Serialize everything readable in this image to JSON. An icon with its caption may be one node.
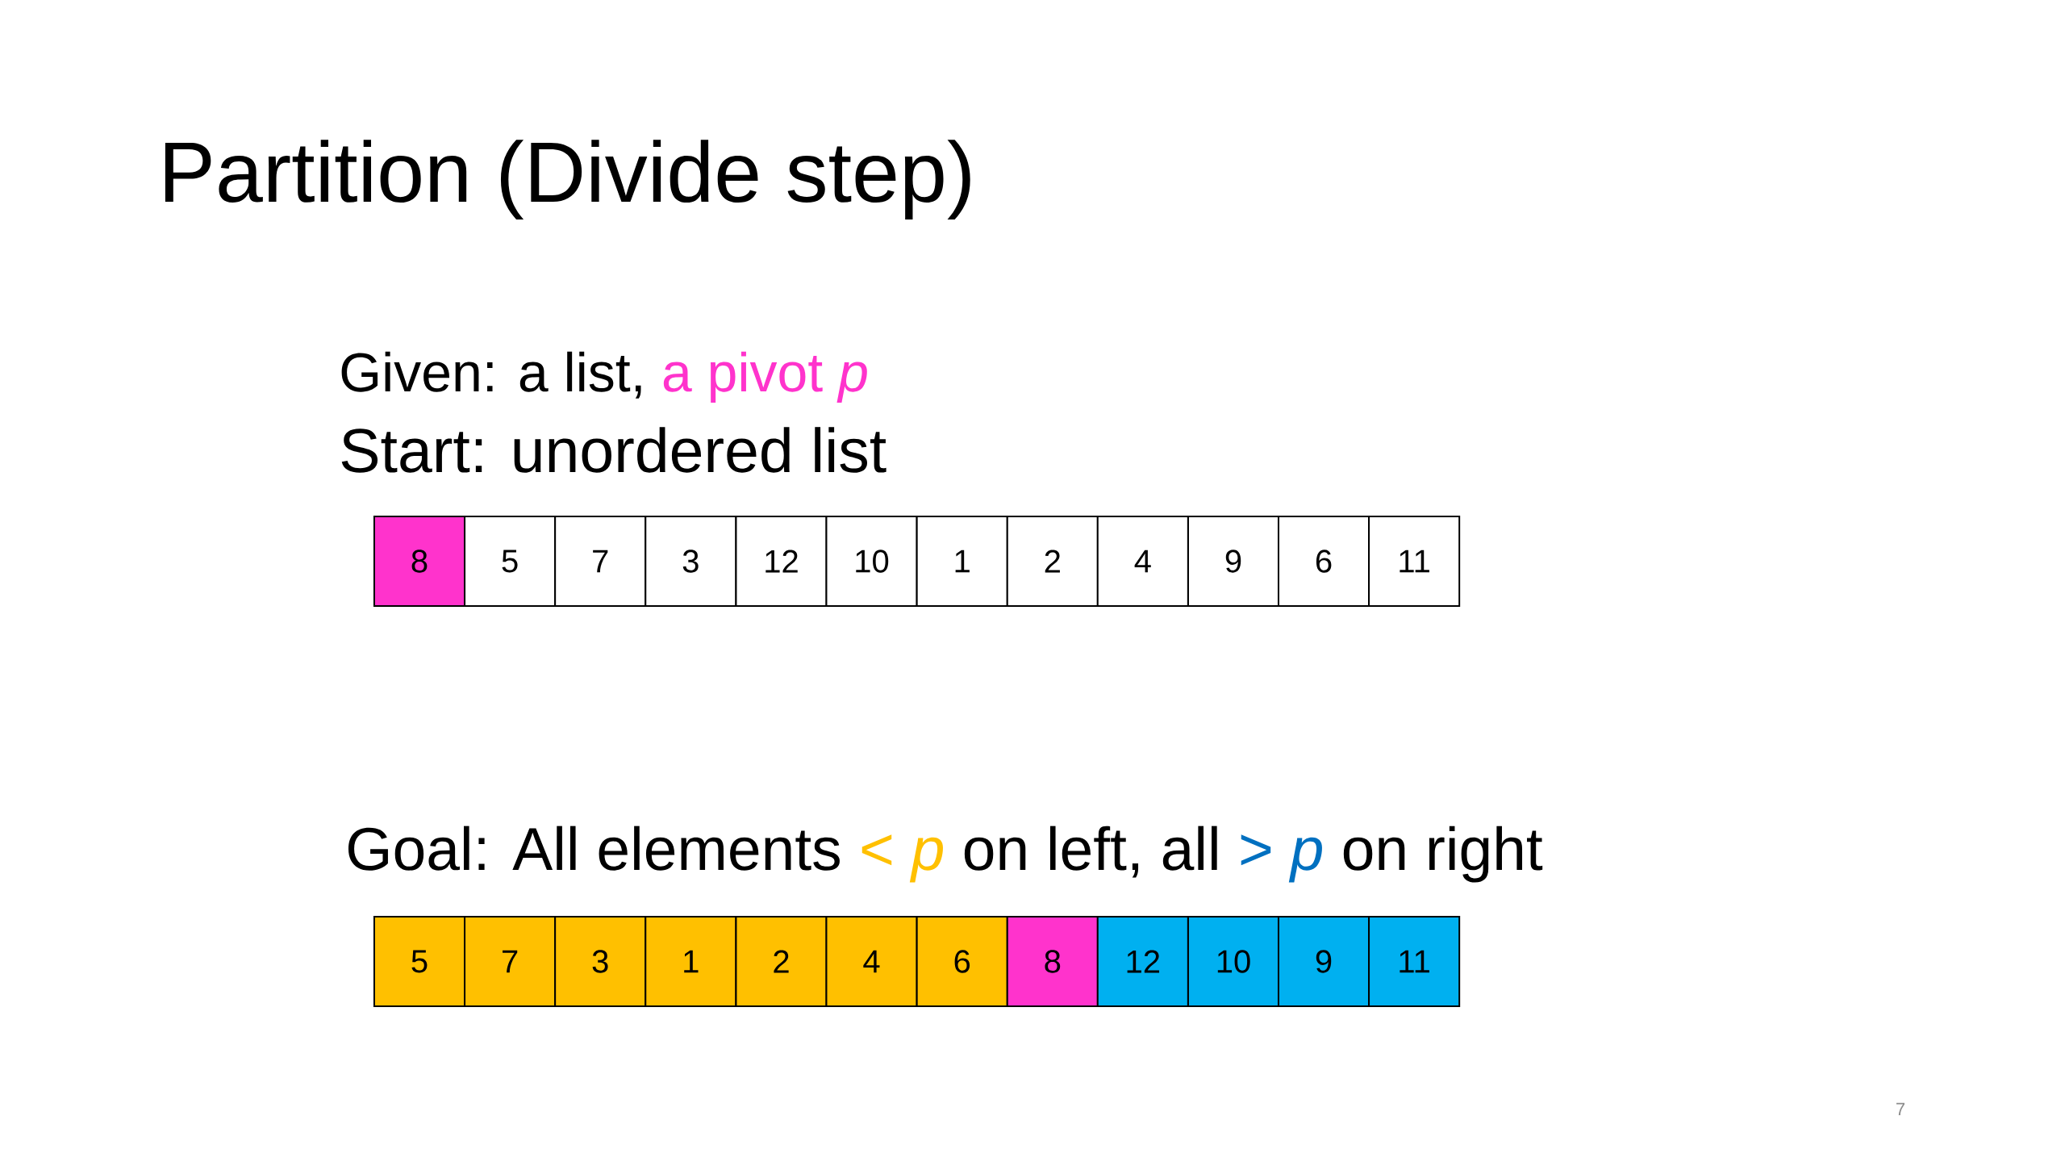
{
  "diagram": {
    "title": "Partition (Divide step)",
    "nodes": [
      {
        "text": [
          "8"
        ]
      },
      {
        "text": [
          "5"
        ]
      },
      {
        "text": [
          "7"
        ]
      },
      {
        "text": [
          "3"
        ]
      },
      {
        "text": [
          "12"
        ]
      },
      {
        "text": [
          "10"
        ]
      },
      {
        "text": [
          "1"
        ]
      },
      {
        "text": [
          "2"
        ]
      },
      {
        "text": [
          "4"
        ]
      },
      {
        "text": [
          "9"
        ]
      },
      {
        "text": [
          "6"
        ]
      },
      {
        "text": [
          "11"
        ]
      },
      {
        "text": [
          "5"
        ]
      },
      {
        "text": [
          "7"
        ]
      },
      {
        "text": [
          "3"
        ]
      },
      {
        "text": [
          "1"
        ]
      },
      {
        "text": [
          "2"
        ]
      },
      {
        "text": [
          "4"
        ]
      },
      {
        "text": [
          "6"
        ]
      },
      {
        "text": [
          "8"
        ]
      },
      {
        "text": [
          "12"
        ]
      },
      {
        "text": [
          "10"
        ]
      },
      {
        "text": [
          "9"
        ]
      },
      {
        "text": [
          "11"
        ]
      }
    ],
    "labels": [
      "Given: a list,",
      "a pivot *p*",
      "Start: unordered list",
      "Goal: All elements",
      "< *p*",
      "on left, all",
      "> *p*",
      "on right",
      "7"
    ]
  }
}
